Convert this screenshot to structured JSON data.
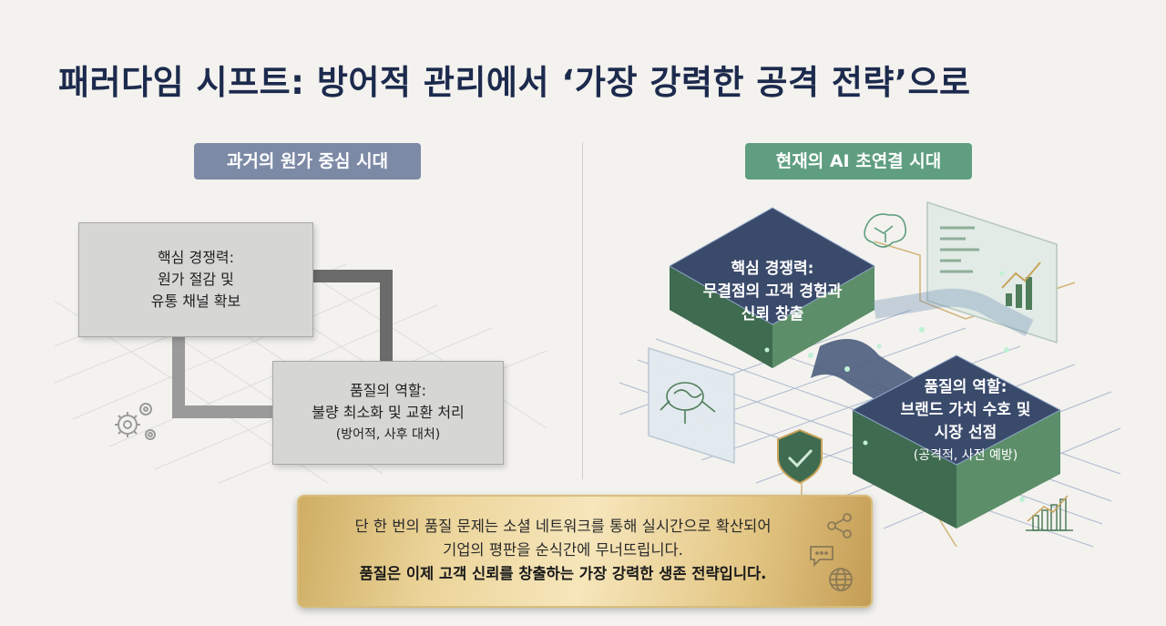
{
  "title": "패러다임 시프트: 방어적 관리에서 ‘가장 강력한 공격 전략’으로",
  "left": {
    "header": "과거의 원가 중심 시대",
    "core_box": {
      "line1": "핵심 경쟁력:",
      "line2": "원가 절감 및",
      "line3": "유통 채널 확보"
    },
    "quality_box": {
      "line1": "품질의 역할:",
      "line2": "불량 최소화 및 교환 처리",
      "line3": "(방어적, 사후 대처)"
    }
  },
  "right": {
    "header": "현재의 AI 초연결 시대",
    "core_slab": {
      "line1": "핵심 경쟁력:",
      "line2": "무결점의 고객 경험과",
      "line3": "신뢰 창출"
    },
    "quality_slab": {
      "line1": "품질의 역할:",
      "line2": "브랜드 가치 수호 및",
      "line3": "시장 선점",
      "line4": "(공격적, 사전 예방)"
    }
  },
  "banner": {
    "line1": "단 한 번의 품질 문제는 소셜 네트워크를 통해 실시간으로 확산되어",
    "line2": "기업의 평판을 순식간에 무너뜨립니다.",
    "line3": "품질은 이제 고객 신뢰를 창출하는 가장 강력한 생존 전략입니다."
  },
  "icons": [
    "gear-icon",
    "shopping-cart-icon",
    "brain-icon",
    "chart-panel-icon",
    "shield-check-icon",
    "growth-chart-icon",
    "share-icon",
    "chat-icon",
    "globe-icon"
  ],
  "colors": {
    "navy": "#1c2a4d",
    "slate_pill": "#7d8aa6",
    "green_pill": "#5f9e80",
    "slab_navy": "#3a4a6b",
    "slab_green": "#4f7d5a",
    "gold": "#e3c684"
  }
}
